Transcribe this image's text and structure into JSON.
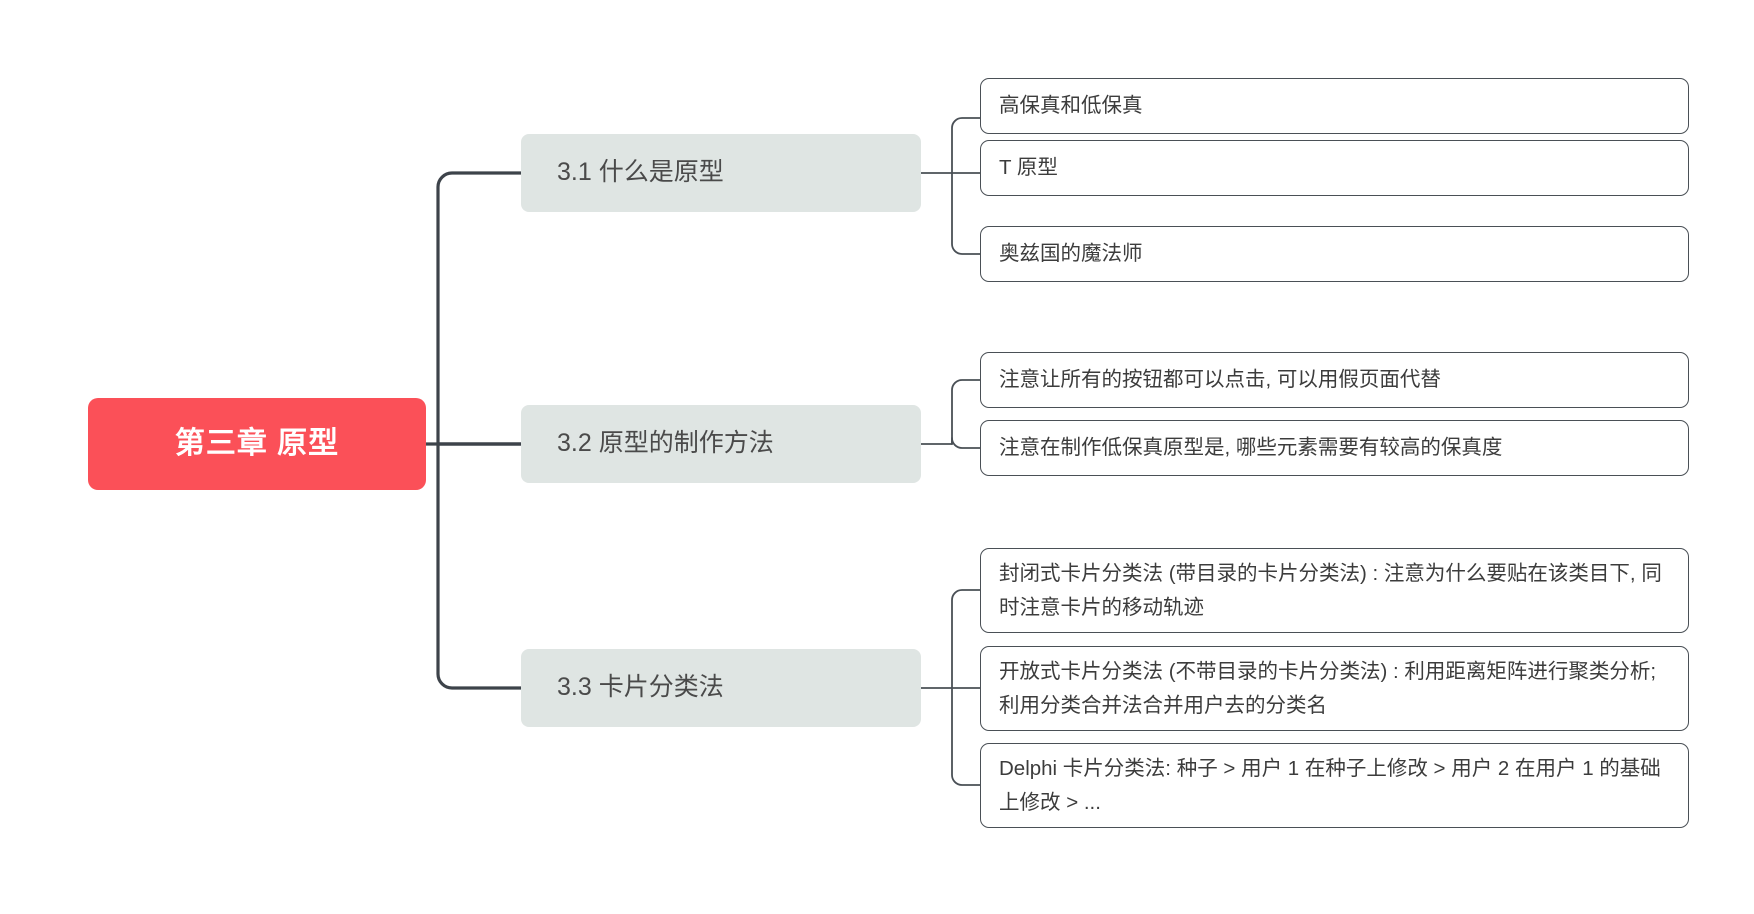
{
  "diagram": {
    "type": "mindmap",
    "orientation": "left-to-right",
    "background_color": "#ffffff",
    "root_color": "#fb5058",
    "root_text_color": "#ffffff",
    "branch_color": "#dfe5e3",
    "branch_text_color": "#4a4a4a",
    "leaf_border_color": "#4a5056",
    "leaf_text_color": "#3c3c3c",
    "connector_color": "#3d434a",
    "root": {
      "label": "第三章 原型"
    },
    "branches": [
      {
        "label": "3.1 什么是原型",
        "children": [
          {
            "label": "高保真和低保真"
          },
          {
            "label": "T 原型"
          },
          {
            "label": "奥兹国的魔法师"
          }
        ]
      },
      {
        "label": "3.2 原型的制作方法",
        "children": [
          {
            "label": "注意让所有的按钮都可以点击, 可以用假页面代替"
          },
          {
            "label": "注意在制作低保真原型是, 哪些元素需要有较高的保真度"
          }
        ]
      },
      {
        "label": "3.3 卡片分类法",
        "children": [
          {
            "label": "封闭式卡片分类法 (带目录的卡片分类法) : 注意为什么要贴在该类目下, 同时注意卡片的移动轨迹"
          },
          {
            "label": "开放式卡片分类法 (不带目录的卡片分类法) : 利用距离矩阵进行聚类分析; 利用分类合并法合并用户去的分类名"
          },
          {
            "label": "Delphi 卡片分类法: 种子 > 用户 1 在种子上修改 > 用户 2 在用户 1 的基础上修改 > ..."
          }
        ]
      }
    ]
  }
}
